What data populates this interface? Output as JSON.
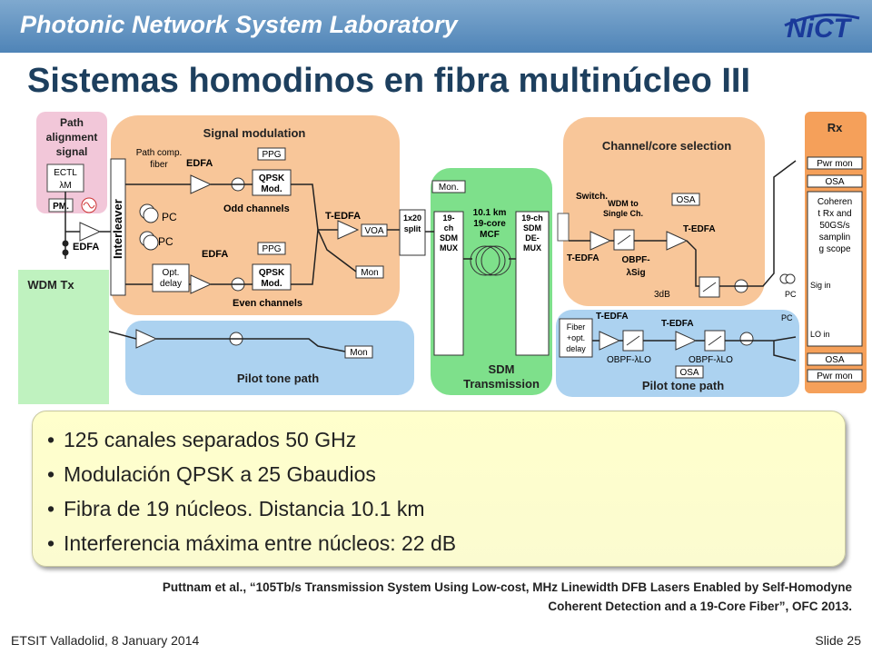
{
  "header": {
    "lab_name": "Photonic Network System Laboratory",
    "logo_text": "NiCT"
  },
  "slide": {
    "title": "Sistemas homodinos en fibra multinúcleo III"
  },
  "diagram": {
    "path_alignment": "Path alignment signal",
    "ectl": "ECTL",
    "lambda_m": "λM",
    "pm": "PM.",
    "edfa": "EDFA",
    "wdm_tx": "WDM Tx",
    "interleaver": "Interleaver",
    "signal_modulation": "Signal modulation",
    "path_comp_fiber": "Path comp. fiber",
    "pc": "PC",
    "ppg": "PPG",
    "qpsk_mod": "QPSK Mod.",
    "odd_channels": "Odd channels",
    "even_channels": "Even channels",
    "opt_delay": "Opt. delay",
    "t_edfa": "T-EDFA",
    "voa": "VOA",
    "mon": "Mon",
    "mon_dot": "Mon.",
    "split": "1x20 split",
    "mux": "19-ch SDM MUX",
    "fiber": "10.1 km 19-core MCF",
    "demux": "19-ch SDM DE-MUX",
    "sdm_transmission": "SDM Transmission",
    "pilot_tone_path": "Pilot tone path",
    "channel_core_selection": "Channel/core selection",
    "switch": "Switch.",
    "wdm_to_single": "WDM to Single Ch.",
    "osa": "OSA",
    "obpf_sig": "OBPF-λSig",
    "db3": "3dB",
    "fiber_opt_delay": "Fiber +opt. delay",
    "obpf_lo": "OBPF-λLO",
    "rx": "Rx",
    "pwr_mon": "Pwr mon",
    "coherent_rx": "Coherent Rx and 50GS/s sampling scope",
    "sig_in": "Sig in",
    "lo_in": "LO in"
  },
  "bullets": [
    "125 canales separados 50 GHz",
    "Modulación QPSK a 25 Gbaudios",
    "Fibra de 19 núcleos. Distancia 10.1 km",
    "Interferencia máxima entre núcleos: 22 dB"
  ],
  "reference": {
    "line1": "Puttnam et al., “105Tb/s Transmission System Using Low-cost, MHz Linewidth DFB Lasers Enabled by Self-Homodyne",
    "line2": "Coherent Detection and a 19-Core Fiber”, OFC 2013."
  },
  "footer": {
    "left": "ETSIT Valladolid, 8 January 2014",
    "right": "Slide 25"
  }
}
